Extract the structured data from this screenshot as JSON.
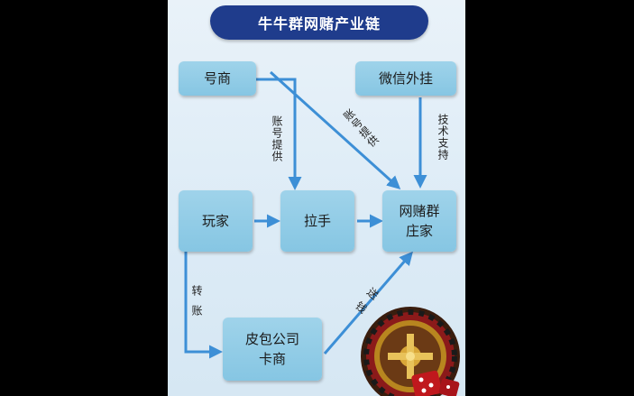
{
  "title": "牛牛群网赌产业链",
  "nodes": {
    "haoshang": "号商",
    "weixin": "微信外挂",
    "wanjia": "玩家",
    "lashou": "拉手",
    "zhuangjia_line1": "网赌群",
    "zhuangjia_line2": "庄家",
    "pibao_line1": "皮包公司",
    "pibao_line2": "卡商"
  },
  "edge_labels": {
    "account_provide_left": "账号提供",
    "account_provide_diag": "账号提供",
    "tech_support": "技术支持",
    "transfer": "转账",
    "send_money": "送钱"
  },
  "colors": {
    "title_bg": "#1f3c8c",
    "box_fill": "#8fcbe6",
    "arrow": "#3d8fd6",
    "panel_bg": "#e3eef8"
  },
  "icons": [
    "roulette-wheel-icon",
    "dice-icon"
  ]
}
